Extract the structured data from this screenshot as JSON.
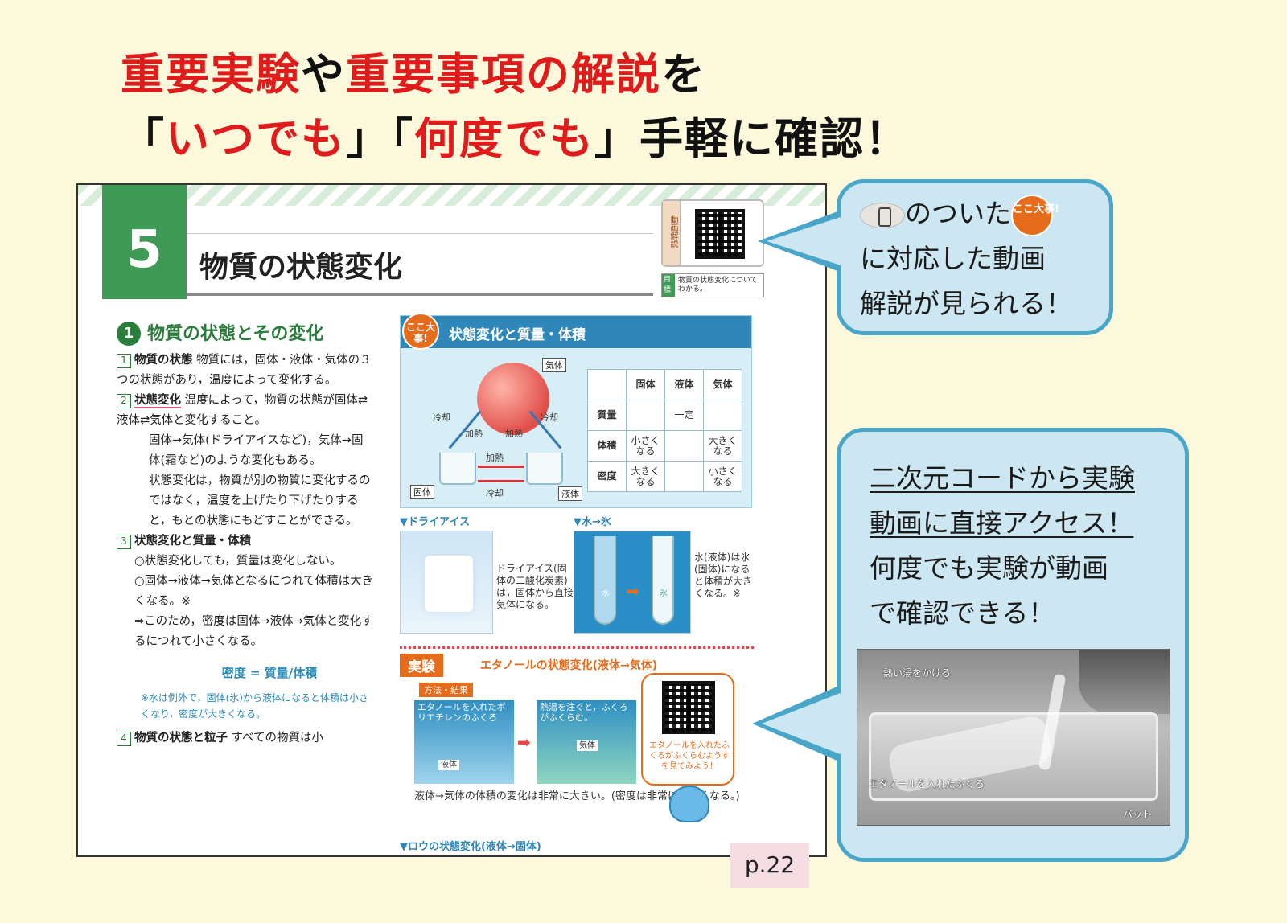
{
  "headline": {
    "line1": [
      {
        "text": "重要実験",
        "color": "red"
      },
      {
        "text": "や",
        "color": "black"
      },
      {
        "text": "重要事項の解説",
        "color": "red"
      },
      {
        "text": "を",
        "color": "black"
      }
    ],
    "line2": [
      {
        "text": "「",
        "color": "black"
      },
      {
        "text": "いつでも",
        "color": "red"
      },
      {
        "text": "」「",
        "color": "black"
      },
      {
        "text": "何度でも",
        "color": "red"
      },
      {
        "text": "」手軽に確認！",
        "color": "black"
      }
    ]
  },
  "textbook": {
    "chapter_number": "5",
    "chapter_title": "物質の状態変化",
    "qr_side_label": "動画解説",
    "goal_tag": "目標",
    "goal_text": "物質の状態変化についてわかる。",
    "section_number": "1",
    "section_title": "物質の状態とその変化",
    "items": [
      {
        "num": "1",
        "head": "物質の状態",
        "text": "物質には，固体・液体・気体の３つの状態があり，温度によって変化する。"
      },
      {
        "num": "2",
        "head": "状態変化",
        "text": "温度によって，物質の状態が固体⇄液体⇄気体と変化すること。"
      }
    ],
    "item2_extra": "固体→気体(ドライアイスなど)，気体→固体(霜など)のような変化もある。",
    "item2_extra2": "状態変化は，物質が別の物質に変化するのではなく，温度を上げたり下げたりすると，もとの状態にもどすことができる。",
    "item3": {
      "num": "3",
      "head": "状態変化と質量・体積"
    },
    "item3_b1": "○状態変化しても，質量は変化しない。",
    "item3_b2": "○固体→液体→気体となるにつれて体積は大きくなる。※",
    "item3_b3": "⇒このため，密度は固体→液体→気体と変化するにつれて小さくなる。",
    "formula": "密度 = 質量/体積",
    "note": "※水は例外で，固体(氷)から液体になると体積は小さくなり，密度が大きくなる。",
    "item4": {
      "num": "4",
      "head": "物質の状態と粒子",
      "text": "すべての物質は小"
    },
    "diagram": {
      "koko": "ここ大事!",
      "title": "状態変化と質量・体積",
      "gas": "気体",
      "solid": "固体",
      "liquid": "液体",
      "cool": "冷却",
      "heat": "加熱",
      "table_headers": [
        "",
        "固体",
        "液体",
        "気体"
      ],
      "table_rows": [
        [
          "質量",
          "",
          "一定",
          ""
        ],
        [
          "体積",
          "小さくなる",
          "",
          "大きくなる"
        ],
        [
          "密度",
          "大きくなる",
          "",
          "小さくなる"
        ]
      ]
    },
    "dry_ice_label": "▼ドライアイス",
    "dry_ice_text": "ドライアイス(固体の二酸化炭素)は，固体から直接気体になる。",
    "water_label": "▼水→氷",
    "water_in_tube": "水",
    "ice_in_tube": "氷",
    "water_text": "水(液体)は氷(固体)になると体積が大きくなる。※",
    "experiment": {
      "tag": "実験",
      "title": "エタノールの状態変化(液体→気体)",
      "method": "方法・結果",
      "photo1": "エタノールを入れたポリエチレンのふくろ",
      "photo1_tag": "液体",
      "photo2": "熱湯を注ぐと，ふくろがふくらむ。",
      "photo2_tag": "気体",
      "note": "液体→気体の体積の変化は非常に大きい。(密度は非常に小さくなる。)",
      "mascot_text": "エタノールを入れたふくろがふくらむようすを見てみよう！"
    },
    "next_label": "▼ロウの状態変化(液体→固体)"
  },
  "page_number": "p.22",
  "callout1": {
    "line1": "のついた",
    "line2": "に対応した動画",
    "line3": "解説が見られる！",
    "koko": "ここ大事!"
  },
  "callout2": {
    "line1": "二次元コードから実験",
    "line2": "動画に直接アクセス！",
    "line3": "何度でも実験が動画",
    "line4": "で確認できる！",
    "video_caption1": "熱い湯をかける",
    "video_caption2": "エタノールを入れたふくろ",
    "video_caption3": "バット"
  }
}
